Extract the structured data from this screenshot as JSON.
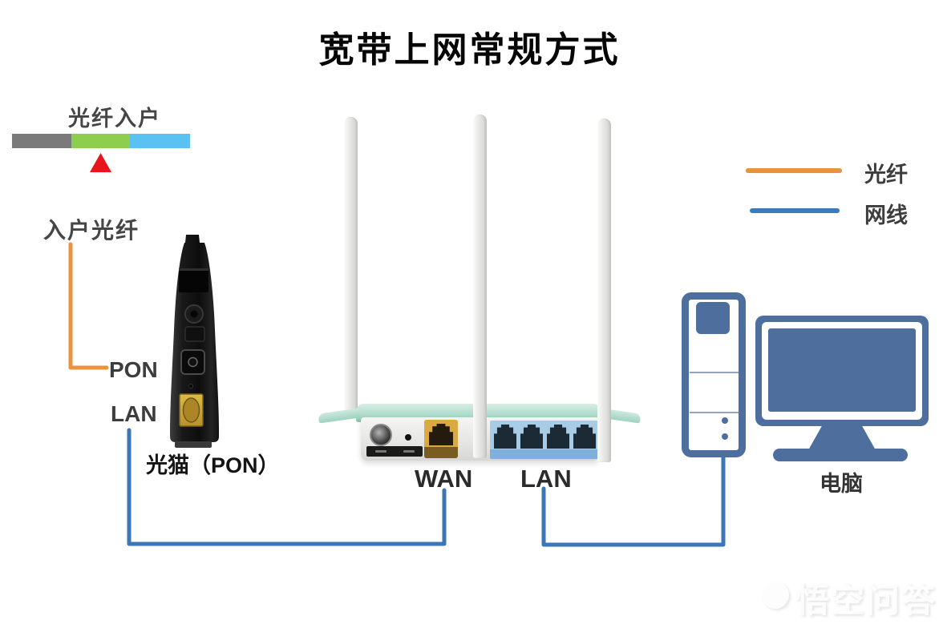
{
  "title": "宽带上网常规方式",
  "fiber_entry": {
    "label": "光纤入户",
    "segments": [
      {
        "name": "trunk-gray",
        "color": "#7a7a7a"
      },
      {
        "name": "drop-green",
        "color": "#8dce4e"
      },
      {
        "name": "home-cyan",
        "color": "#59c2f2"
      }
    ],
    "pointer_color": "#e8151c"
  },
  "drop_fiber_label": "入户光纤",
  "modem": {
    "pon_port_label": "PON",
    "lan_port_label": "LAN",
    "caption": "光猫（PON）"
  },
  "router": {
    "wan_port_label": "WAN",
    "lan_ports_label": "LAN"
  },
  "computer": {
    "caption": "电脑"
  },
  "legend": {
    "items": [
      {
        "label": "光纤",
        "color": "#e8933f"
      },
      {
        "label": "网线",
        "color": "#3d7ab8"
      }
    ]
  },
  "watermark": {
    "text": "悟空问答"
  },
  "colors": {
    "fiber_line": "#e8933f",
    "network_cable": "#3b76b7",
    "computer_blue": "#4e6e9e",
    "router_teal": "#b9e0d2",
    "lan_panel_blue": "#a9cce6",
    "wan_port_gold": "#d9aa3f",
    "modem_black": "#141414",
    "text_dark": "#333333"
  }
}
